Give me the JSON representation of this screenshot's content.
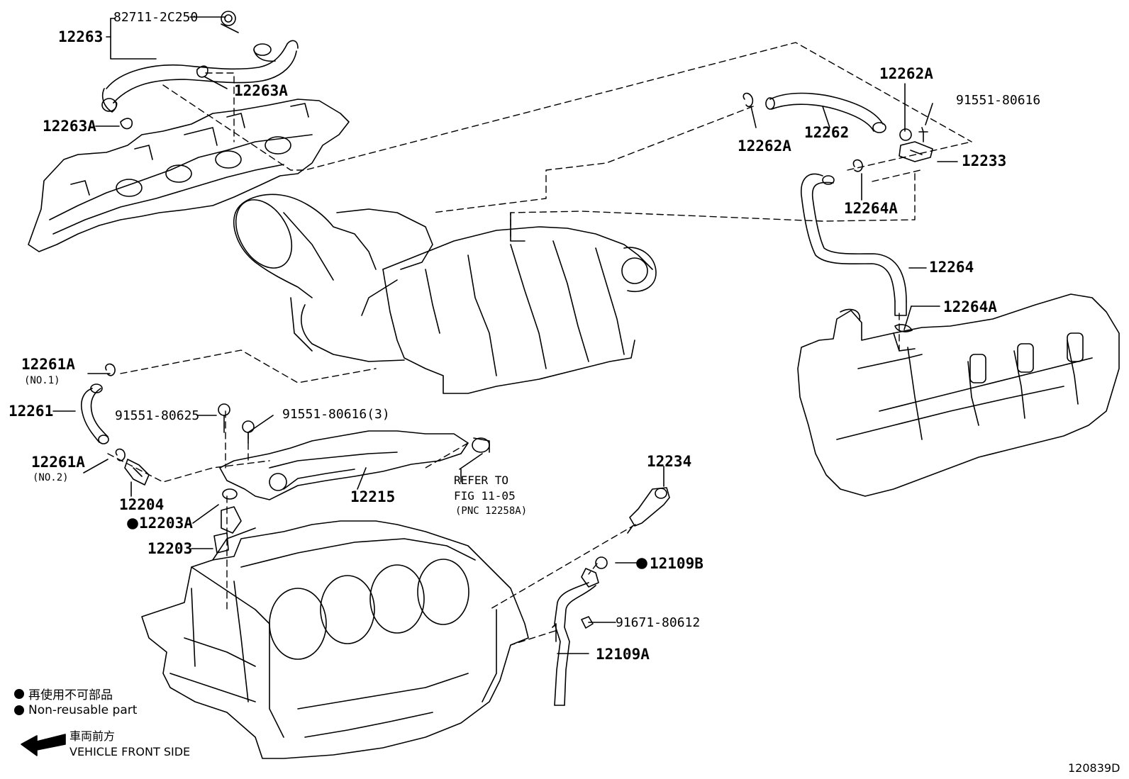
{
  "labels": {
    "p_82711": "82711-2C250",
    "p_12263": "12263",
    "p_12263A_1": "12263A",
    "p_12263A_2": "12263A",
    "p_12262A_1": "12262A",
    "p_12262A_2": "12262A",
    "p_12262": "12262",
    "p_91551_80616": "91551-80616",
    "p_12233": "12233",
    "p_12264A_1": "12264A",
    "p_12264": "12264",
    "p_12264A_2": "12264A",
    "p_12261A_1": "12261A",
    "p_no1": "(NO.1)",
    "p_12261": "12261",
    "p_12261A_2": "12261A",
    "p_no2": "(NO.2)",
    "p_12204": "12204",
    "p_91551_80625": "91551-80625",
    "p_91551_80616_3": "91551-80616(3)",
    "p_12215": "12215",
    "p_refer_1": "REFER TO",
    "p_refer_2": "FIG 11-05",
    "p_refer_3": "(PNC 12258A)",
    "p_12203A": "12203A",
    "p_12203": "12203",
    "p_12234": "12234",
    "p_12109B": "12109B",
    "p_91671_80612": "91671-80612",
    "p_12109A": "12109A"
  },
  "legend": {
    "jp": "再使用不可部品",
    "en": "Non-reusable part"
  },
  "front": {
    "jp": "車両前方",
    "en": "VEHICLE FRONT SIDE"
  },
  "figure_id": "120839D"
}
